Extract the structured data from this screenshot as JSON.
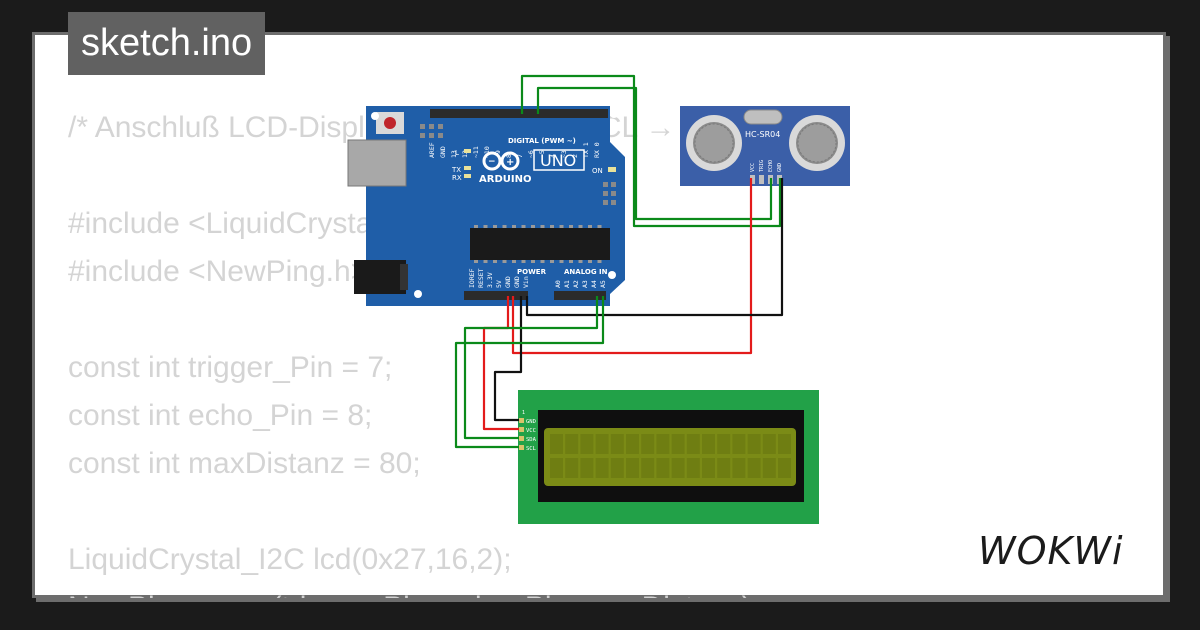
{
  "title": "sketch.ino",
  "code_lines": [
    "/* Anschluß LCD-Display:  SDA → A4  SCL → A5 */",
    "",
    "#include <LiquidCrystal_I2C.h>",
    "#include <NewPing.h>",
    "",
    "const int trigger_Pin = 7;",
    "const int echo_Pin = 8;",
    "const int maxDistanz = 80;",
    "",
    "LiquidCrystal_I2C lcd(0x27,16,2);",
    "NewPing sonar(trigger_Pin, echo_Pin, maxDistanz);"
  ],
  "arduino": {
    "brand": "ARDUINO",
    "model": "UNO",
    "digital_label": "DIGITAL (PWM ~)",
    "power_label": "POWER",
    "analog_label": "ANALOG IN",
    "on_label": "ON",
    "led_labels": [
      "L",
      "TX",
      "RX"
    ],
    "top_pins": [
      "AREF",
      "GND",
      "13",
      "12",
      "~11",
      "~10",
      "~9",
      "8",
      "7",
      "~6",
      "~5",
      "4",
      "~3",
      "2",
      "TX 1",
      "RX 0"
    ],
    "power_pins": [
      "IOREF",
      "RESET",
      "3.3V",
      "5V",
      "GND",
      "GND",
      "Vin"
    ],
    "analog_pins": [
      "A0",
      "A1",
      "A2",
      "A3",
      "A4",
      "A5"
    ]
  },
  "sensor": {
    "label": "HC-SR04",
    "pins": [
      "VCC",
      "TRIG",
      "ECHO",
      "GND"
    ]
  },
  "lcd": {
    "index": "1",
    "pins": [
      "GND",
      "VCC",
      "SDA",
      "SCL"
    ]
  },
  "logo_text": "WOKWi",
  "colors": {
    "board": "#1f5ea8",
    "sensor": "#3b5fa8",
    "lcd_pcb": "#22a148",
    "lcd_screen": "#7b8b16",
    "wire_green": "#0b8a1a",
    "wire_red": "#e31b1b",
    "wire_black": "#111111"
  }
}
